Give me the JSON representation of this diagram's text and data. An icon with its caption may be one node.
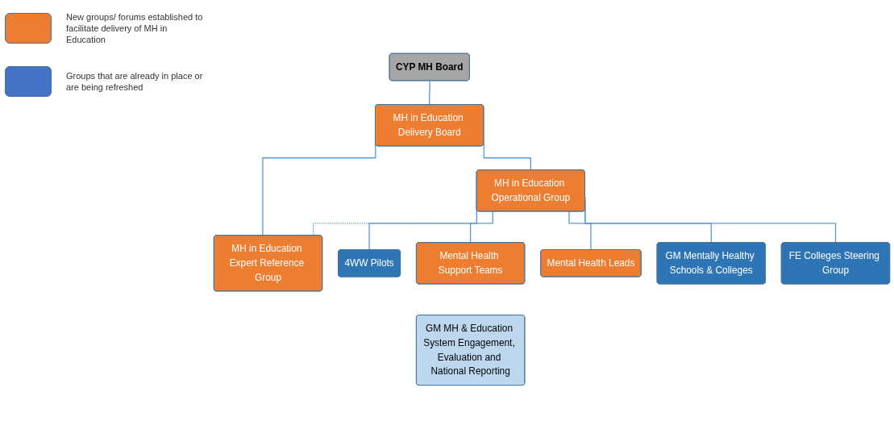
{
  "diagram": {
    "nodes": [
      {
        "text": [
          "CYP MH Board"
        ]
      },
      {
        "text": [
          "MH in Education Delivery Board"
        ]
      },
      {
        "text": [
          "MH in Education Operational Group"
        ]
      },
      {
        "text": [
          "MH in Education Expert Reference Group"
        ]
      },
      {
        "text": [
          "4WW Pilots"
        ]
      },
      {
        "text": [
          "Mental Health Support Teams"
        ]
      },
      {
        "text": [
          "Mental Health Leads"
        ]
      },
      {
        "text": [
          "GM Mentally Healthy Schools & Colleges"
        ]
      },
      {
        "text": [
          "FE Colleges Steering Group"
        ]
      },
      {
        "text": [
          "GM MH & Education System Engagement, Evaluation and National Reporting"
        ]
      }
    ],
    "edges": [
      {
        "from": 0,
        "to": 1,
        "arrow": "none"
      },
      {
        "from": 1,
        "to": 2,
        "arrow": "none"
      },
      {
        "from": 1,
        "to": 3,
        "arrow": "none"
      },
      {
        "from": 2,
        "to": 3,
        "arrow": "none",
        "style": "dashed"
      },
      {
        "from": 2,
        "to": 4,
        "arrow": "none"
      },
      {
        "from": 2,
        "to": 5,
        "arrow": "none"
      },
      {
        "from": 2,
        "to": 6,
        "arrow": "none"
      },
      {
        "from": 2,
        "to": 7,
        "arrow": "none"
      },
      {
        "from": 2,
        "to": 8,
        "arrow": "none"
      }
    ],
    "legend": [
      {
        "text": "New groups/ forums established to facilitate delivery of MH in Education",
        "color": "#ed7d31"
      },
      {
        "text": "Groups that are already in place or are being refreshed",
        "color": "#4472c4"
      }
    ]
  }
}
